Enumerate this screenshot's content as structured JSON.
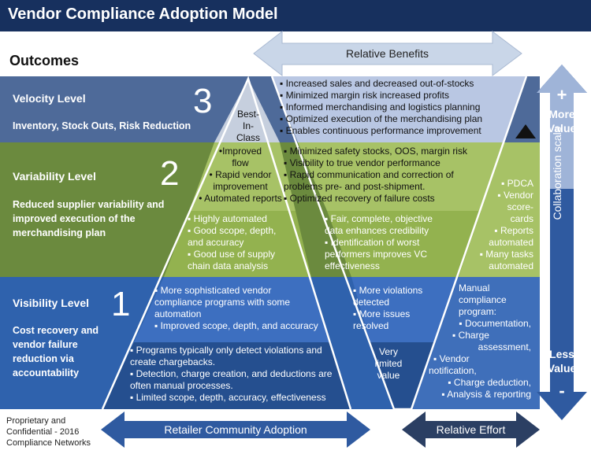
{
  "title": "Vendor Compliance Adoption Model",
  "outcomes_label": "Outcomes",
  "relative_benefits": "Relative Benefits",
  "retailer_adoption": "Retailer Community Adoption",
  "relative_effort": "Relative Effort",
  "footer": [
    "Proprietary and",
    "Confidential - 2016",
    "Compliance Networks"
  ],
  "scale": {
    "label": "Collaboration scale",
    "plus": "+",
    "more": [
      "More",
      "Value"
    ],
    "less": [
      "Less",
      "Value"
    ],
    "minus": "-"
  },
  "levels": [
    {
      "number": "3",
      "name": "Velocity Level",
      "desc": [
        "Inventory, Stock Outs, Risk Reduction"
      ]
    },
    {
      "number": "2",
      "name": "Variability Level",
      "desc": [
        "Reduced supplier variability and",
        "improved execution of the",
        "merchandising plan"
      ]
    },
    {
      "number": "1",
      "name": "Visibility Level",
      "desc": [
        "Cost recovery and",
        "vendor failure",
        "reduction via",
        "accountability"
      ]
    }
  ],
  "apex": [
    "Best-",
    "In-",
    "Class"
  ],
  "benefits": {
    "velocity": [
      "▪ Increased sales and decreased out-of-stocks",
      "▪ Minimized margin risk increased profits",
      "▪ Informed merchandising and logistics planning",
      "▪ Optimized execution of the merchandising plan",
      "▪ Enables continuous performance improvement"
    ],
    "variability_top": [
      "▪ Minimized safety stocks, OOS, margin risk",
      "▪ Visibility to true vendor performance",
      "▪ Rapid communication and correction of",
      "   problems pre- and post-shipment.",
      "▪ Optimized recovery of failure costs"
    ],
    "variability_bottom": [
      "▪ Fair, complete, objective",
      "   data enhances credibility",
      "▪ Identification of worst",
      "   performers improves VC",
      "   effectiveness"
    ],
    "visibility_top": [
      "▪ More violations",
      "   detected",
      "▪ More issues",
      "   resolved"
    ],
    "visibility_bottom": [
      "Very",
      "limited",
      "value"
    ]
  },
  "adoption": {
    "variability_top": [
      "•Improved",
      "flow",
      "• Rapid vendor",
      "improvement",
      "• Automated reports"
    ],
    "variability_bottom": [
      "▪ Highly automated",
      "▪ Good scope, depth,",
      "   and accuracy",
      "▪ Good use of supply",
      "   chain data analysis"
    ],
    "visibility_top": [
      "▪ More sophisticated vendor",
      "   compliance programs with some",
      "   automation",
      "▪ Improved scope, depth, and accuracy"
    ],
    "visibility_bottom": [
      "▪ Programs typically only detect violations and",
      "   create chargebacks.",
      "▪ Detection, charge creation, and deductions are",
      "   often manual processes.",
      "▪ Limited scope, depth, accuracy, effectiveness"
    ]
  },
  "effort": {
    "variability": [
      "▪ PDCA",
      "▪ Vendor",
      "score-",
      "cards",
      "▪ Reports",
      "automated",
      "▪ Many tasks",
      "automated"
    ],
    "visibility": [
      "Manual",
      "compliance",
      "program:",
      "▪ Documentation,",
      "▪ Charge",
      "assessment,",
      "▪ Vendor",
      "notification,",
      "▪ Charge deduction,",
      "▪ Analysis & reporting"
    ]
  },
  "colors": {
    "title_bg": "#17305e",
    "velocity": "#4e6a99",
    "variability": "#6b8a3e",
    "visibility": "#2f62ad",
    "arrow": "#2f5aa0",
    "benefit_arrow": "#c9d6e8"
  }
}
